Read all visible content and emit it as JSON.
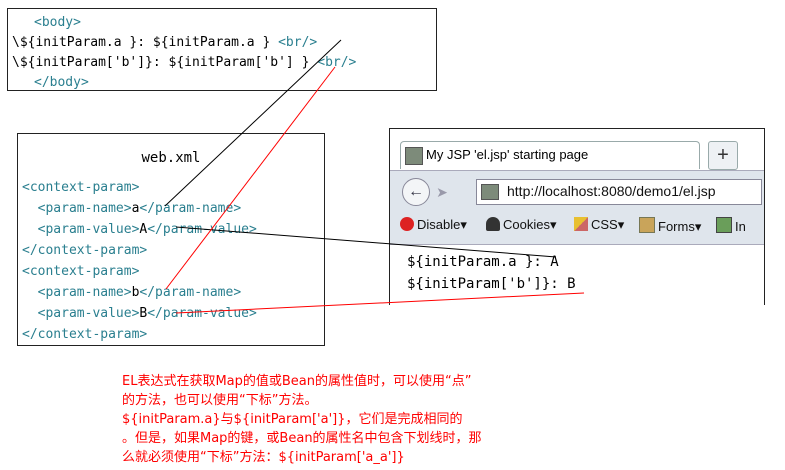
{
  "jsp_snippet": {
    "line1": "<body>",
    "line2_plain": "\\${initParam.a }: ${initParam.a }",
    "line2_tag": "<br/>",
    "line3_plain": "\\${initParam['b']}: ${initParam['b'] }",
    "line3_tag": "<br/>",
    "line4": "</body>"
  },
  "web_xml": {
    "title": "web.xml",
    "lines": [
      {
        "open": "<context-param>",
        "value": "",
        "close": ""
      },
      {
        "open": "  <param-name>",
        "value": "a",
        "close": "</param-name>"
      },
      {
        "open": "  <param-value>",
        "value": "A",
        "close": "</param-value>"
      },
      {
        "open": "</context-param>",
        "value": "",
        "close": ""
      },
      {
        "open": "<context-param>",
        "value": "",
        "close": ""
      },
      {
        "open": "  <param-name>",
        "value": "b",
        "close": "</param-name>"
      },
      {
        "open": "  <param-value>",
        "value": "B",
        "close": "</param-value>"
      },
      {
        "open": "</context-param>",
        "value": "",
        "close": ""
      }
    ]
  },
  "browser": {
    "tab_title": "My JSP 'el.jsp' starting page",
    "new_tab": "+",
    "url": "http://localhost:8080/demo1/el.jsp",
    "toolbar": [
      "Disable▾",
      "Cookies▾",
      "CSS▾",
      "Forms▾",
      "In"
    ],
    "output_line1": "${initParam.a }: A",
    "output_line2": "${initParam['b']}: B"
  },
  "note": {
    "line1": "EL表达式在获取Map的值或Bean的属性值时，可以使用“点”",
    "line2": "的方法，也可以使用“下标”方法。",
    "line3": "${initParam.a}与${initParam['a']}，它们是完成相同的",
    "line4": "。但是，如果Map的键，或Bean的属性名中包含下划线时，那",
    "line5": "么就必须使用“下标”方法：${initParam['a_a']}"
  },
  "colors": {
    "tag": "#2a7f8f",
    "note": "#ff0000",
    "connector_a": "#000000",
    "connector_b": "#ff0000"
  }
}
